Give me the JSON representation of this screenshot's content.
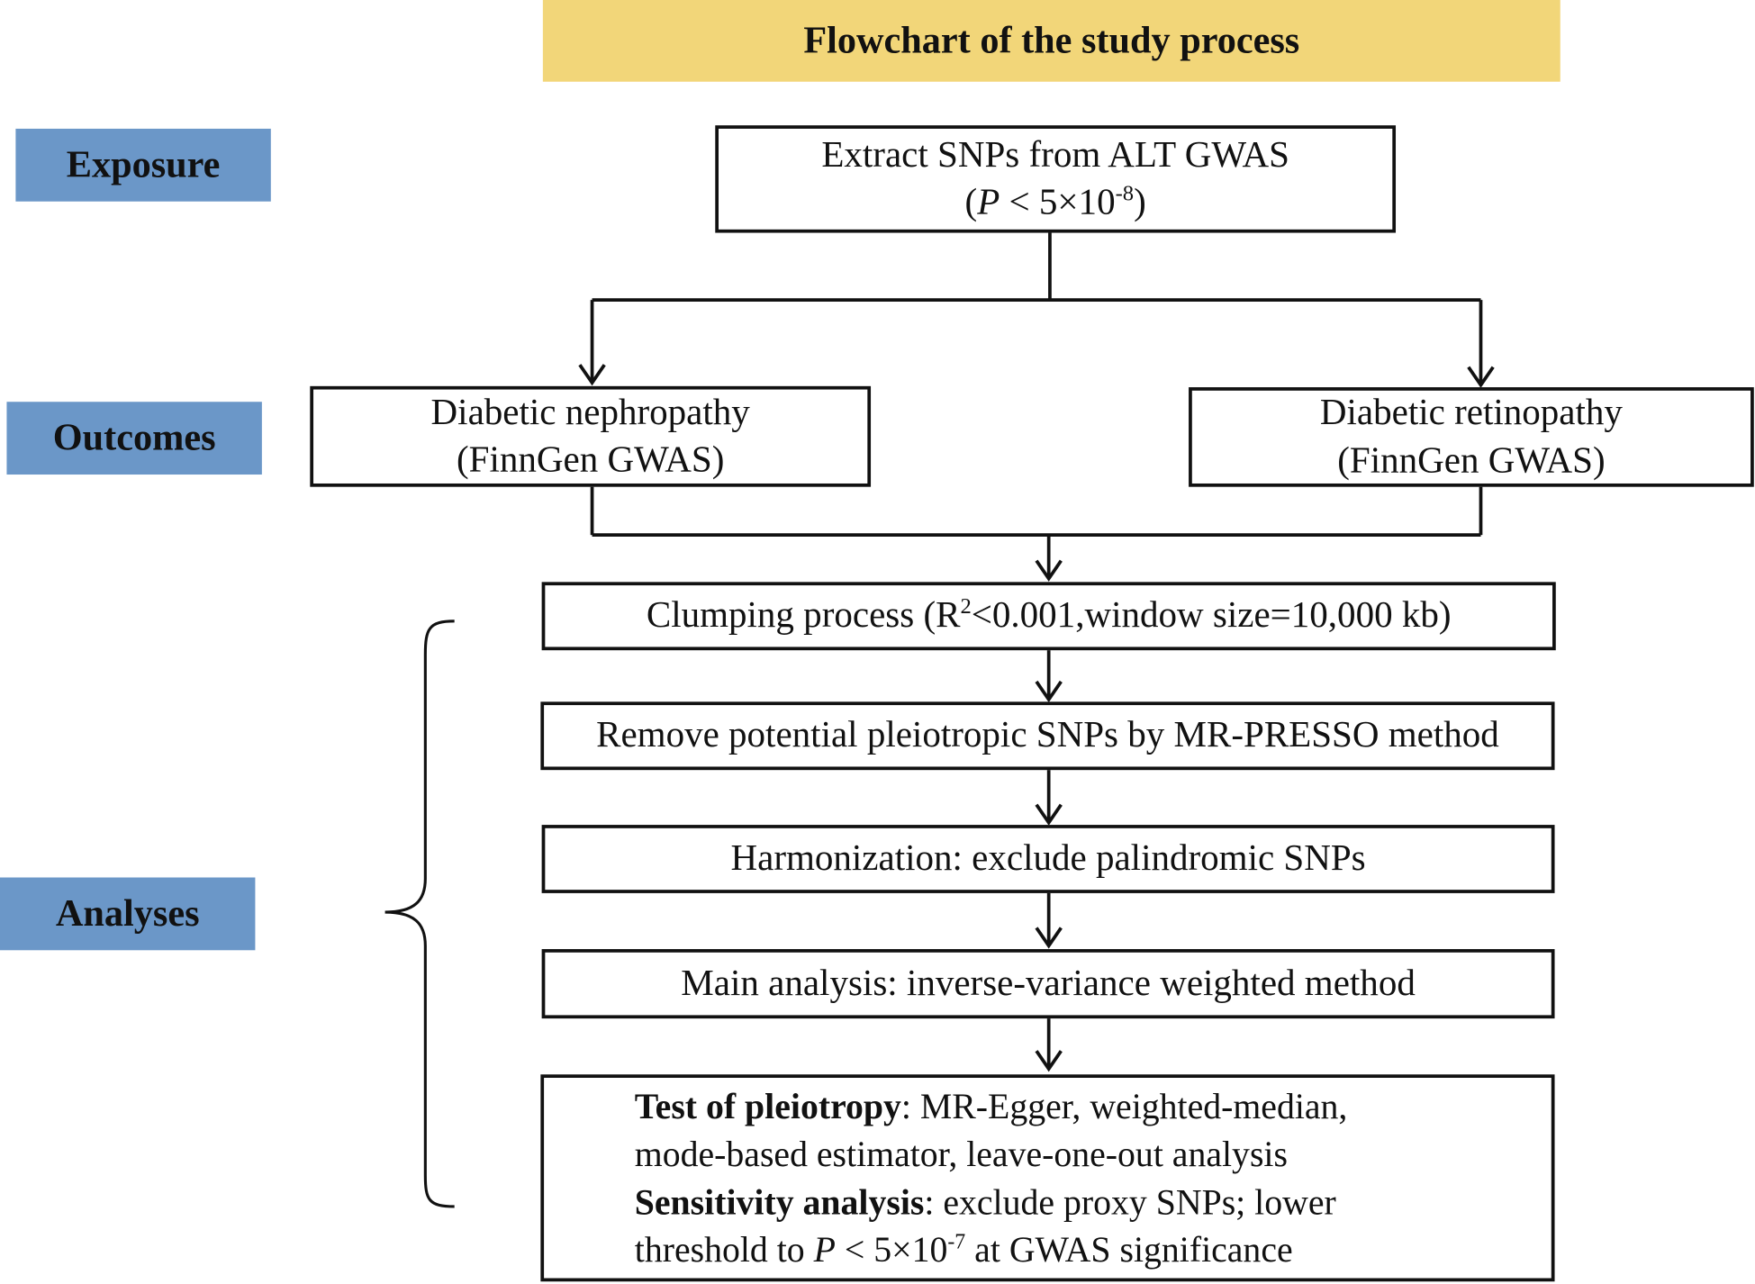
{
  "colors": {
    "title_banner_bg": "#f2d679",
    "side_label_bg": "#6b97c8",
    "line": "#111111"
  },
  "title": "Flowchart of the study process",
  "side_labels": {
    "exposure": "Exposure",
    "outcomes": "Outcomes",
    "analyses": "Analyses"
  },
  "exposure_box": {
    "line1": "Extract SNPs from ALT GWAS",
    "open_paren": "(",
    "p": "P",
    "threshold": " < 5×10",
    "exponent": "-8",
    "close_paren": ")"
  },
  "outcome_left": {
    "line1": "Diabetic nephropathy",
    "line2": "(FinnGen GWAS)"
  },
  "outcome_right": {
    "line1": "Diabetic retinopathy",
    "line2": "(FinnGen GWAS)"
  },
  "steps": {
    "clumping_pre": "Clumping process (R",
    "clumping_sup": "2",
    "clumping_post": "<0.001,window size=10,000 kb)",
    "remove": "Remove potential pleiotropic SNPs by MR-PRESSO method",
    "harmonization": "Harmonization: exclude palindromic SNPs",
    "main_analysis": "Main analysis: inverse-variance weighted method"
  },
  "final_box": {
    "pleiotropy_label": "Test of pleiotropy",
    "pleiotropy_text": ": MR-Egger, weighted-median,",
    "pleiotropy_line2": "mode-based estimator, leave-one-out analysis",
    "sensitivity_label": "Sensitivity analysis",
    "sensitivity_text": ": exclude proxy SNPs; lower",
    "threshold_pre": "threshold to ",
    "threshold_p": "P",
    "threshold_mid": " < 5×10",
    "threshold_exp": "-7",
    "threshold_post": " at GWAS significance"
  }
}
